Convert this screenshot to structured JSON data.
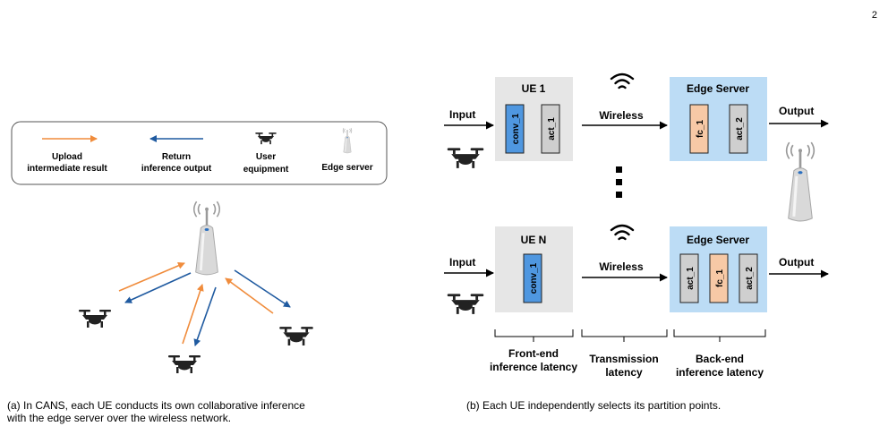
{
  "page_number": "2",
  "legend": {
    "upload_line1": "Upload",
    "upload_line2": "intermediate result",
    "return_line1": "Return",
    "return_line2": "inference output",
    "user_line1": "User",
    "user_line2": "equipment",
    "edge_server": "Edge server"
  },
  "caption_a_line1": "(a) In CANS, each UE conducts its own collaborative inference",
  "caption_a_line2": "with the edge server over the wireless network.",
  "caption_b": "(b)  Each UE independently selects its partition points.",
  "row1": {
    "input": "Input",
    "ue_title": "UE 1",
    "ue_layers": [
      "conv_1",
      "act_1"
    ],
    "wireless": "Wireless",
    "server_title": "Edge Server",
    "server_layers": [
      "fc_1",
      "act_2"
    ],
    "output": "Output"
  },
  "row2": {
    "input": "Input",
    "ue_title": "UE N",
    "ue_layers": [
      "conv_1"
    ],
    "wireless": "Wireless",
    "server_title": "Edge Server",
    "server_layers": [
      "act_1",
      "fc_1",
      "act_2"
    ],
    "output": "Output"
  },
  "latency": {
    "front_line1": "Front-end",
    "front_line2": "inference latency",
    "trans_line1": "Transmission",
    "trans_line2": "latency",
    "back_line1": "Back-end",
    "back_line2": "inference latency"
  },
  "colors": {
    "upload_arrow": "#f08c3c",
    "return_arrow": "#1f5aa0",
    "ue_box": "#e6e6e6",
    "server_box": "#bcdcf5",
    "conv_layer": "#4f97e0",
    "act_layer": "#cfcfcf",
    "fc_layer": "#f7c9a6"
  },
  "icons": [
    "drone-icon",
    "antenna-tower-icon",
    "wifi-icon",
    "vertical-ellipsis-icon"
  ]
}
